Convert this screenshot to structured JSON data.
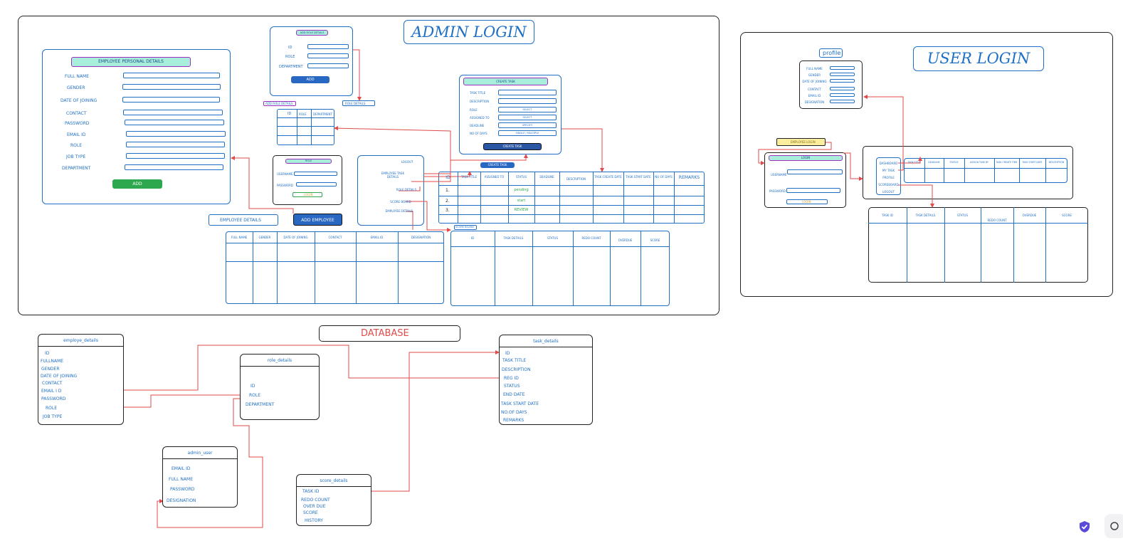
{
  "admin": {
    "title": "ADMIN LOGIN",
    "employee_form": {
      "header": "EMPLOYEE PERSONAL DETAILS",
      "fields": [
        "FULL NAME",
        "GENDER",
        "DATE OF JOINING",
        "CONTACT",
        "PASSWORD",
        "EMAIL ID",
        "ROLE",
        "JOB TYPE",
        "DEPARTMENT"
      ],
      "add_button": "ADD"
    },
    "role_form": {
      "header": "ADD ROLE DETAILS",
      "fields": [
        "ID",
        "ROLE",
        "DEPARTMENT"
      ],
      "add_button": "ADD"
    },
    "add_role_tag": "ADD ROLE DETAILS",
    "role_details_tag": "ROLE DETAILS",
    "role_table_headers": [
      "ID",
      "ROLE",
      "DEPARTMENT"
    ],
    "login_box": {
      "header": "ROLE",
      "fields": [
        "USERNAME",
        "PASSWORD"
      ],
      "button": "LOGIN"
    },
    "menu": [
      "LOGOUT",
      "EMPLOYEE TASK DETAILS",
      "ROLE DETAILS",
      "SCORE BOARD",
      "EMPLOYEE DETAILS"
    ],
    "create_task": {
      "header": "CREATE TASK",
      "fields": [
        "TASK TITLE",
        "DESCRIPTION",
        "ROLE",
        "ASSIGNED TO",
        "DEADLINE",
        "NO OF DAYS"
      ],
      "field_values": [
        "",
        "",
        "SELECT",
        "SELECT",
        "SPECIFY",
        "SINGLE / MULTIPLE"
      ],
      "button": "CREATE TASK"
    },
    "create_task_tag": "CREATE TASK",
    "task_table": {
      "headers": [
        "ID",
        "TASK TITLE",
        "ASSIGNED TO",
        "STATUS",
        "DEADLINE",
        "DESCRIPTION",
        "TASK CREATE DATE",
        "TASK START DATE",
        "NO OF DAYS",
        "REMARKS"
      ],
      "rows": [
        {
          "id": "1.",
          "status": "pending"
        },
        {
          "id": "2.",
          "status": "start"
        },
        {
          "id": "3.",
          "status": "REVIEW"
        }
      ]
    },
    "add_employee_button": "ADD EMPLOYEE",
    "employee_details_tag": "EMPLOYEE DETAILS",
    "employee_table_headers": [
      "FULL NAME",
      "GENDER",
      "DATE OF JOINING",
      "CONTACT",
      "EMAIL ID",
      "DESIGNATION"
    ],
    "score_tag": "SCORE BOARD",
    "score_table_headers": [
      "ID",
      "TASK DETAILS",
      "STATUS",
      "REDO COUNT",
      "OVERDUE",
      "SCORE"
    ]
  },
  "user": {
    "title": "USER LOGIN",
    "profile_tag": "profile",
    "profile_fields": [
      "FULL NAME",
      "GENDER",
      "DATE OF JOINING",
      "CONTACT",
      "EMAIL ID",
      "DESIGNATION"
    ],
    "employee_login_tag": "EMPLOYEE LOGIN",
    "login": {
      "header": "LOGIN",
      "fields": [
        "USERNAME",
        "PASSWORD"
      ],
      "button": "LOGIN"
    },
    "menu": [
      "DASHBOARD",
      "MY TASK",
      "PROFILE",
      "SCOREBOARD",
      "LOGOUT"
    ],
    "task_headers": [
      "TASK TITLE",
      "DEADLINE",
      "STATUS",
      "ASSIGN TASK BY",
      "TASK CREATE TIME",
      "TASK START DATE",
      "DESCRIPTION"
    ],
    "score_headers": [
      "TASK ID",
      "TASK DETAILS",
      "STATUS",
      "REDO COUNT",
      "OVERDUE",
      "SCORE"
    ]
  },
  "database": {
    "title": "DATABASE",
    "tables": [
      {
        "name": "employe_details",
        "fields": [
          "ID",
          "FULLNAME",
          "GENDER",
          "DATE OF JOINING",
          "CONTACT",
          "EMAIL I D",
          "PASSWORD",
          "ROLE",
          "JOB TYPE"
        ]
      },
      {
        "name": "role_details",
        "fields": [
          "ID",
          "ROLE",
          "DEPARTMENT"
        ]
      },
      {
        "name": "task_details",
        "fields": [
          "ID",
          "TASK TITLE",
          "DESCRIPTION",
          "REG ID",
          "STATUS",
          "END DATE",
          "TASK START DATE",
          "NO.OF DAYS",
          "REMARKS"
        ]
      },
      {
        "name": "admin_user",
        "fields": [
          "EMAIL ID",
          "FULL NAME",
          "PASSWORD",
          "DESIGNATION"
        ]
      },
      {
        "name": "score_details",
        "fields": [
          "TASK ID",
          "REDO COUNT",
          "OVER DUE",
          "SCORE",
          "HISTORY"
        ]
      }
    ]
  },
  "colors": {
    "blue": "#1f6fc5",
    "red": "#e04a4a",
    "teal": "#a8eedb",
    "purple": "#9c2fbf",
    "green": "#2ea84e",
    "yellow": "#fbef9f"
  },
  "icons": [
    "shield-check-icon",
    "chat-icon"
  ]
}
